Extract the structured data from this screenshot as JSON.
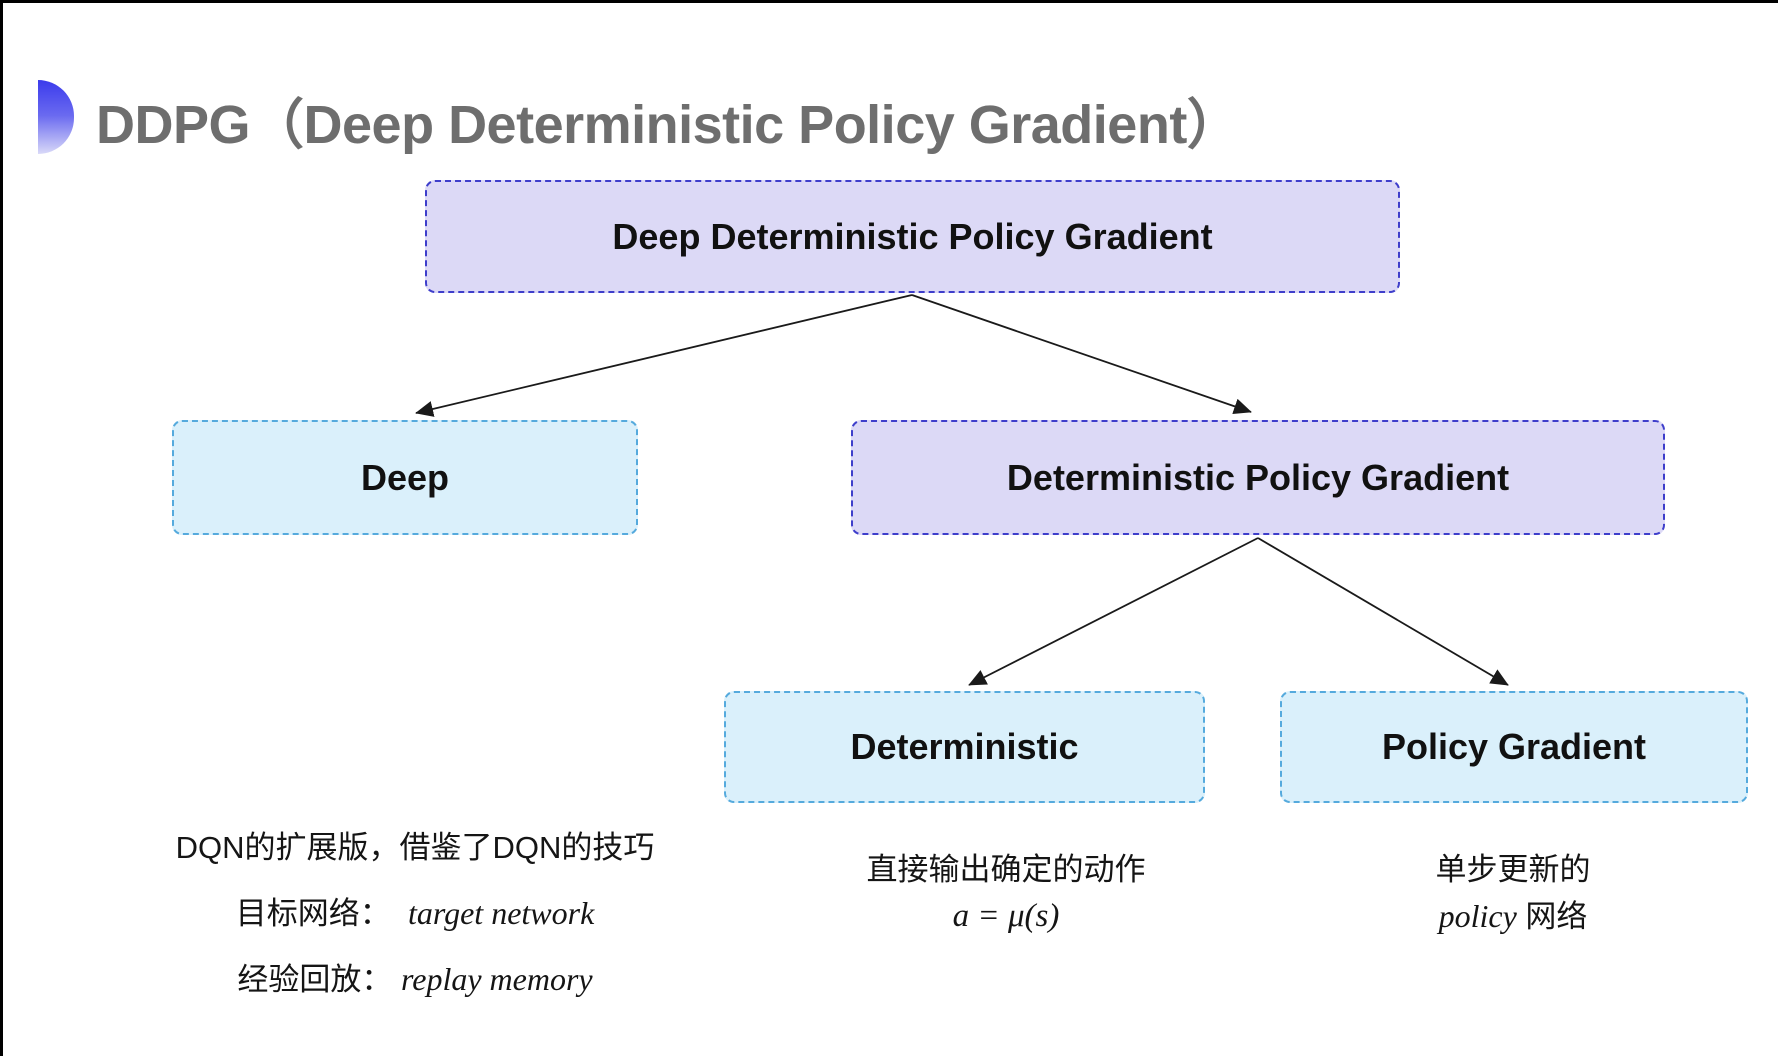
{
  "title": {
    "text": "DDPG（Deep Deterministic Policy Gradient）",
    "color": "#6e6e6e"
  },
  "colors": {
    "purple_fill": "#dcd9f6",
    "purple_border": "#3e3ecb",
    "cyan_fill": "#daf0fb",
    "cyan_border": "#55aadd",
    "arrow": "#1a1a1a",
    "bullet_gradient_top": "#3b3bec",
    "bullet_gradient_bottom": "#d9d9f8"
  },
  "tree": {
    "nodes": {
      "root": {
        "label": "Deep Deterministic Policy Gradient",
        "variant": "purple"
      },
      "deep": {
        "label": "Deep",
        "variant": "cyan"
      },
      "dpg": {
        "label": "Deterministic Policy Gradient",
        "variant": "purple"
      },
      "deterministic": {
        "label": "Deterministic",
        "variant": "cyan"
      },
      "policy_gradient": {
        "label": "Policy Gradient",
        "variant": "cyan"
      }
    },
    "edges": [
      {
        "from": "root",
        "to": "deep"
      },
      {
        "from": "root",
        "to": "dpg"
      },
      {
        "from": "dpg",
        "to": "deterministic"
      },
      {
        "from": "dpg",
        "to": "policy_gradient"
      }
    ]
  },
  "annotations": {
    "deep_notes": {
      "line1": "DQN的扩展版，借鉴了DQN的技巧",
      "line2_cn": "目标网络：",
      "line2_en": "target network",
      "line3_cn": "经验回放：",
      "line3_en": "replay memory"
    },
    "deterministic_notes": {
      "line1": "直接输出确定的动作",
      "formula": "a = μ(s)"
    },
    "policy_notes": {
      "line1": "单步更新的",
      "line2_en": "policy",
      "line2_cn": " 网络"
    }
  }
}
